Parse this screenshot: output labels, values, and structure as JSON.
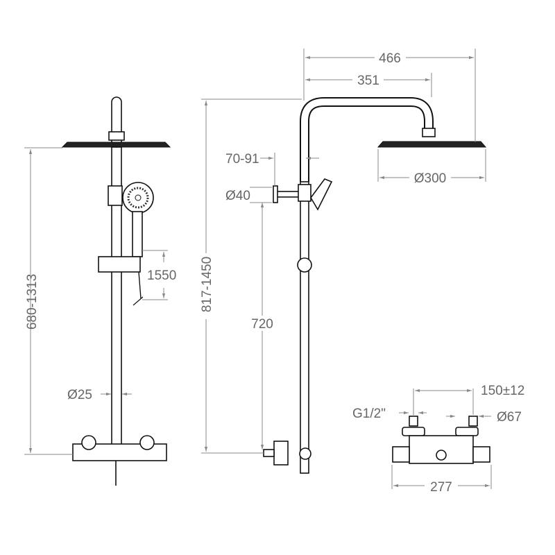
{
  "front_view": {
    "height_range": "680-1313",
    "hose_length": "1550",
    "pipe_diameter": "Ø25"
  },
  "side_view": {
    "arm_total": "466",
    "arm_reach": "351",
    "total_height": "817-1450",
    "wall_distance": "70-91",
    "bracket_diameter": "Ø40",
    "rail_height": "720",
    "head_diameter": "Ø300"
  },
  "mixer_view": {
    "centers": "150±12",
    "thread": "G1/2\"",
    "escutcheon_diameter": "Ø67",
    "width": "277"
  }
}
